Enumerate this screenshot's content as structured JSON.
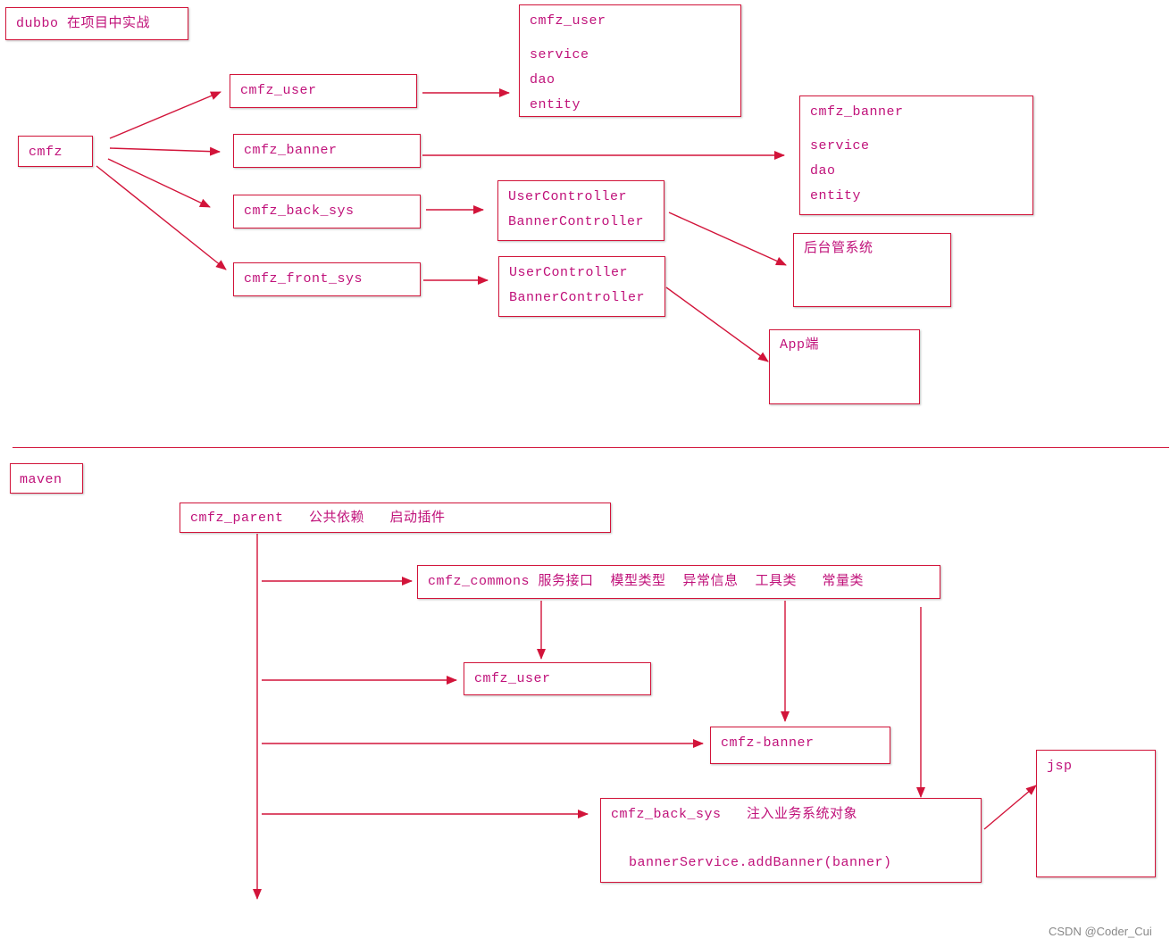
{
  "colors": {
    "stroke": "#d2143a",
    "text": "#c0127a"
  },
  "section1": {
    "title": "dubbo 在项目中实战",
    "root": "cmfz",
    "modules": {
      "user": "cmfz_user",
      "banner": "cmfz_banner",
      "back_sys": "cmfz_back_sys",
      "front_sys": "cmfz_front_sys"
    },
    "user_detail": [
      "cmfz_user",
      "service",
      "dao",
      "entity"
    ],
    "banner_detail": [
      "cmfz_banner",
      "service",
      "dao",
      "entity"
    ],
    "back_controllers": [
      "UserController",
      "BannerController"
    ],
    "front_controllers": [
      "UserController",
      "BannerController"
    ],
    "back_target": "后台管系统",
    "front_target": "App端"
  },
  "section2": {
    "title": "maven",
    "parent": "cmfz_parent   公共依赖   启动插件",
    "commons": "cmfz_commons 服务接口  模型类型  异常信息  工具类   常量类",
    "user": "cmfz_user",
    "banner": "cmfz-banner",
    "back_sys": "cmfz_back_sys   注入业务系统对象",
    "back_sys_code": "bannerService.addBanner(banner)",
    "jsp": "jsp"
  },
  "watermark": "CSDN @Coder_Cui"
}
